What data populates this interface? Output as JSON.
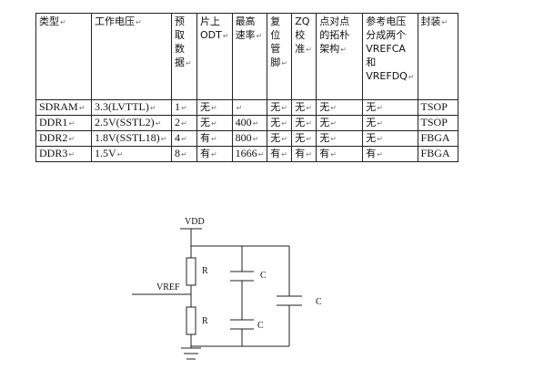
{
  "table": {
    "headers": [
      "类型",
      "工作电压",
      "预取数据",
      "片上ODT",
      "最高速率",
      "复位管脚",
      "ZQ校准",
      "点对点的拓朴架构",
      "参考电压分成两个VREFCA和VREFDQ",
      "封装"
    ],
    "header_lines": [
      [
        "类型"
      ],
      [
        "工作电压"
      ],
      [
        "预",
        "取",
        "数",
        "据"
      ],
      [
        "片上",
        "ODT"
      ],
      [
        "最高",
        "速率"
      ],
      [
        "复",
        "位",
        "管",
        "脚"
      ],
      [
        "ZQ",
        "校",
        "准"
      ],
      [
        "点对点",
        "的拓朴",
        "架构"
      ],
      [
        "参考电压",
        "分成两个",
        "VREFCA",
        "和",
        "VREFDQ"
      ],
      [
        "封装"
      ]
    ],
    "rows": [
      [
        "SDRAM",
        "3.3(LVTTL)",
        "1",
        "无",
        "",
        "无",
        "无",
        "无",
        "无",
        "TSOP"
      ],
      [
        "DDR1",
        "2.5V(SSTL2)",
        "2",
        "无",
        "400",
        "无",
        "无",
        "无",
        "无",
        "TSOP"
      ],
      [
        "DDR2",
        "1.8V(SSTL18)",
        "4",
        "有",
        "800",
        "无",
        "无",
        "无",
        "无",
        "FBGA"
      ],
      [
        "DDR3",
        "1.5V",
        "8",
        "有",
        "1666",
        "有",
        "有",
        "有",
        "有",
        "FBGA"
      ]
    ],
    "paragraph_mark": "↵"
  },
  "circuit": {
    "supply_label": "VDD",
    "ref_label": "VREF",
    "resistor_top_label": "R",
    "resistor_bottom_label": "R",
    "cap_upper_label": "C",
    "cap_lower_label": "C",
    "cap_right_label": "C"
  }
}
